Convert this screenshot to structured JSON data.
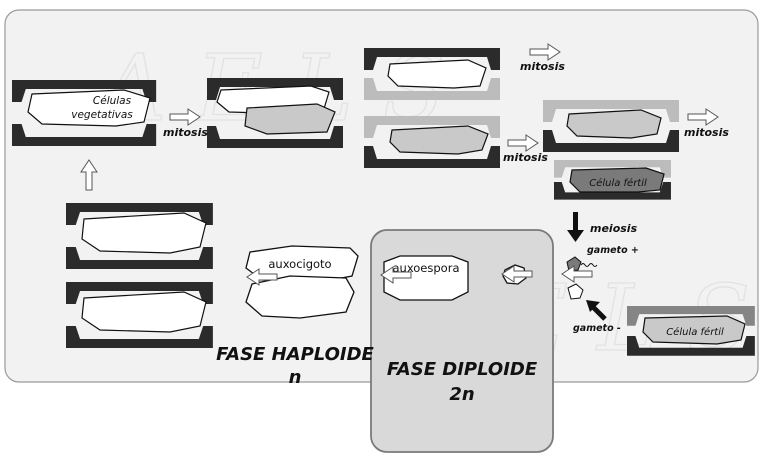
{
  "watermark": "A E L S",
  "cells": {
    "vegetativas_line1": "Células",
    "vegetativas_line2": "vegetativas",
    "fertil_top": "Célula fértil",
    "fertil_bottom": "Célula fértil"
  },
  "labels": {
    "mitosis_1": "mitosis",
    "mitosis_2": "mitosis",
    "mitosis_3": "mitosis",
    "mitosis_4": "mitosis",
    "meiosis": "meiosis",
    "gameto_plus": "gameto +",
    "gameto_minus": "gameto -",
    "auxocigoto": "auxocigoto",
    "auxoespora": "auxoespora"
  },
  "phases": {
    "haploid_line1": "FASE HAPLOIDE",
    "haploid_line2": "n",
    "diploid_line1": "FASE DIPLOIDE",
    "diploid_line2": "2n"
  },
  "colors": {
    "panel_bg": "#f2f2f2",
    "diploid_bg": "#d9d9d9",
    "frame_dark": "#2b2b2b",
    "frame_light": "#bcbcbc",
    "frame_mid": "#858585",
    "cell_white": "#ffffff",
    "cell_gray": "#c9c9c9",
    "cell_dark": "#7a7a7a"
  }
}
